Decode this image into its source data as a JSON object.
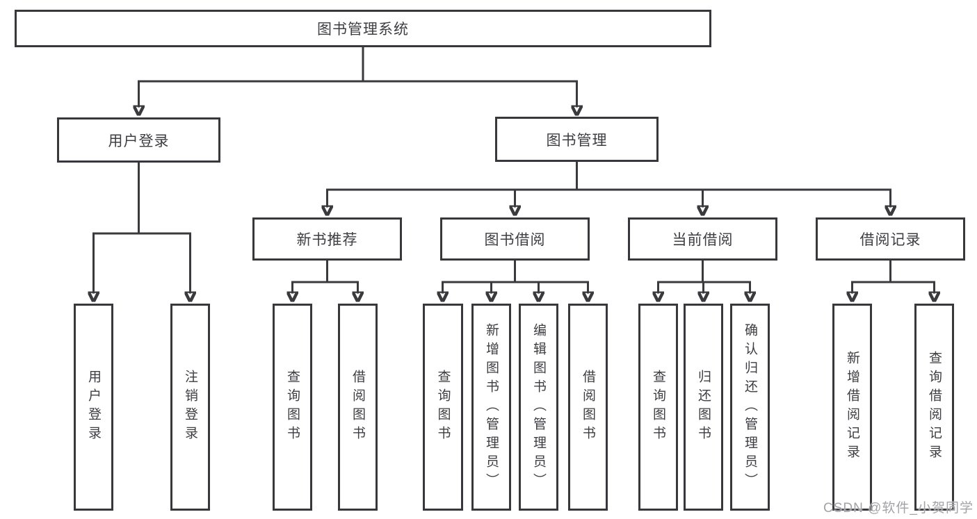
{
  "diagram_title": "图书管理系统",
  "nodes": {
    "root": "图书管理系统",
    "user_login": "用户登录",
    "book_mgmt": "图书管理",
    "new_book_rec": "新书推荐",
    "book_borrow": "图书借阅",
    "current_borrow": "当前借阅",
    "borrow_record": "借阅记录",
    "leaf_user_login": "用户登录",
    "leaf_logout": "注销登录",
    "leaf_query_book_a": "查询图书",
    "leaf_borrow_book_a": "借阅图书",
    "leaf_query_book_b": "查询图书",
    "leaf_add_book": "新增图书（管理员）",
    "leaf_edit_book": "编辑图书（管理员）",
    "leaf_borrow_book_b": "借阅图书",
    "leaf_query_book_c": "查询图书",
    "leaf_return_book": "归还图书",
    "leaf_confirm_return": "确认归还（管理员）",
    "leaf_add_record": "新增借阅记录",
    "leaf_query_record": "查询借阅记录"
  },
  "hierarchy": {
    "图书管理系统": [
      "用户登录",
      "图书管理"
    ],
    "用户登录": [
      "用户登录",
      "注销登录"
    ],
    "图书管理": [
      "新书推荐",
      "图书借阅",
      "当前借阅",
      "借阅记录"
    ],
    "新书推荐": [
      "查询图书",
      "借阅图书"
    ],
    "图书借阅": [
      "查询图书",
      "新增图书（管理员）",
      "编辑图书（管理员）",
      "借阅图书"
    ],
    "当前借阅": [
      "查询图书",
      "归还图书",
      "确认归还（管理员）"
    ],
    "借阅记录": [
      "新增借阅记录",
      "查询借阅记录"
    ]
  },
  "watermark": "CSDN @软件_小贺同学",
  "colors": {
    "line": "#3a3a3e",
    "border": "#38383c",
    "text": "#3d3d42",
    "watermark": "#a2a2a8",
    "background": "#ffffff"
  }
}
